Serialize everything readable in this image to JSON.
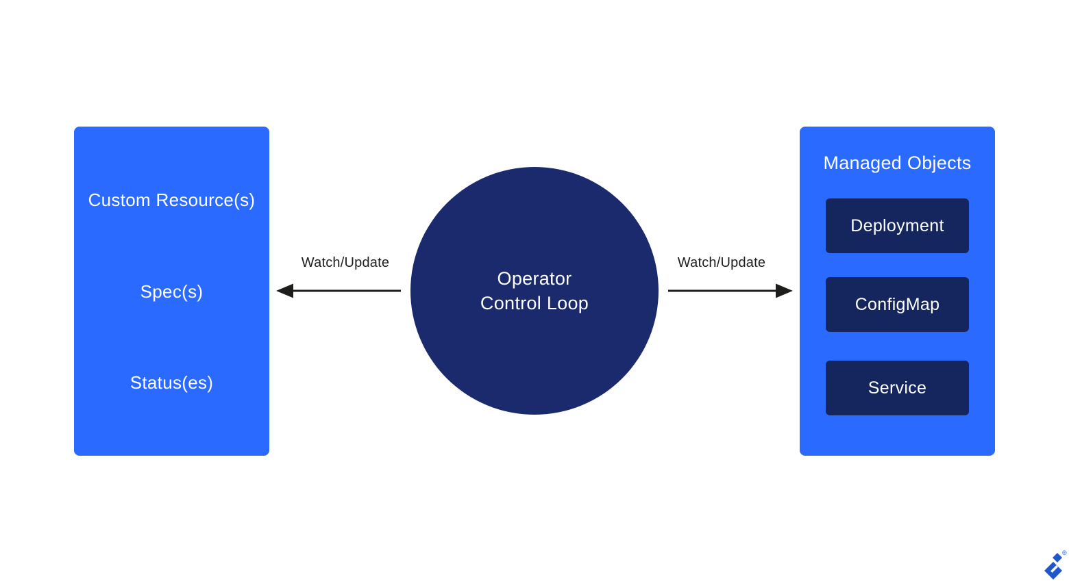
{
  "diagram": {
    "left_panel": {
      "items": [
        "Custom Resource(s)",
        "Spec(s)",
        "Status(es)"
      ]
    },
    "operator": {
      "line1": "Operator",
      "line2": "Control Loop"
    },
    "arrows": {
      "left": {
        "label": "Watch/Update",
        "direction": "left"
      },
      "right": {
        "label": "Watch/Update",
        "direction": "right"
      }
    },
    "right_panel": {
      "title": "Managed Objects",
      "objects": [
        "Deployment",
        "ConfigMap",
        "Service"
      ]
    },
    "logo": {
      "registered_mark": "®"
    },
    "colors": {
      "panel_blue": "#2a6aff",
      "circle_navy": "#1a2a6c",
      "object_navy": "#15265e",
      "arrow_black": "#1d1d1b",
      "logo_blue": "#2057c9",
      "text_white": "#ffffff",
      "background": "#ffffff"
    }
  }
}
